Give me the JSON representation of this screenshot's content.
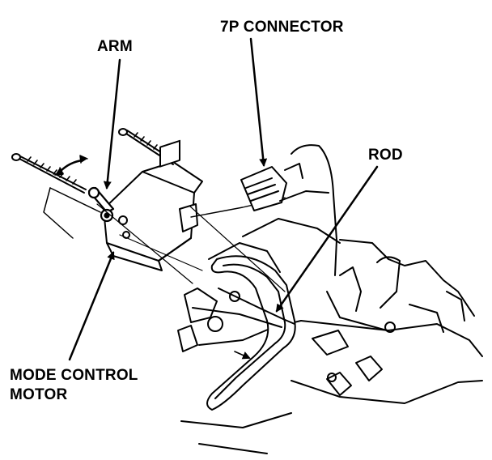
{
  "labels": {
    "arm": "ARM",
    "connector": "7P CONNECTOR",
    "rod": "ROD",
    "motor_line1": "MODE CONTROL",
    "motor_line2": "MOTOR"
  },
  "colors": {
    "ink": "#000000",
    "paper": "#ffffff"
  }
}
